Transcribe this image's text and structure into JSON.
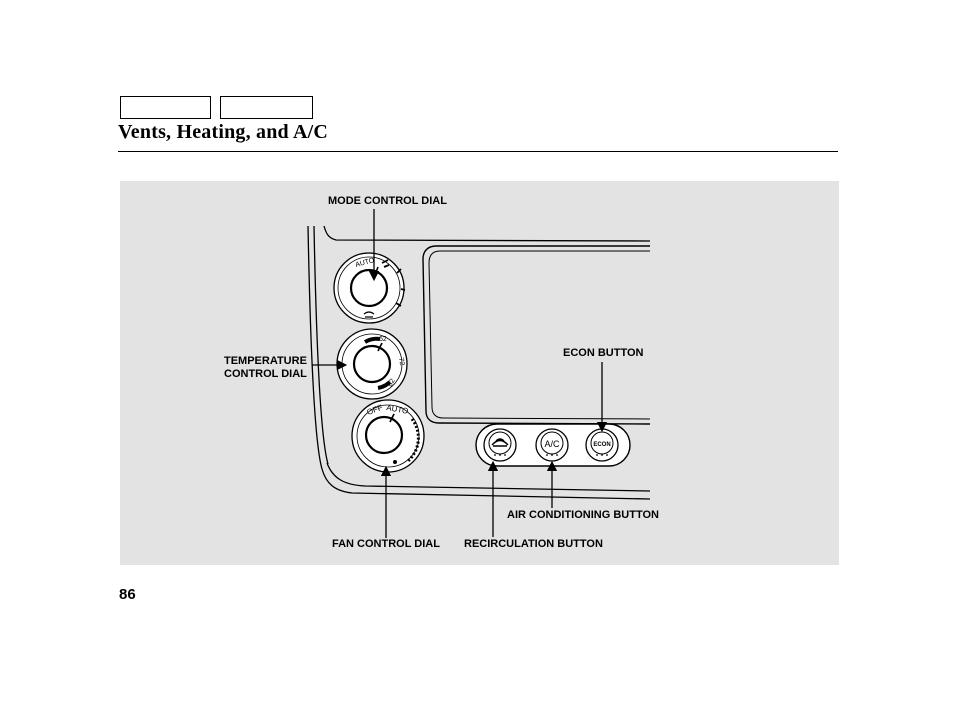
{
  "header": {
    "nav_tabs": [
      "",
      ""
    ],
    "title": "Vents, Heating, and A/C"
  },
  "figure": {
    "callouts": {
      "mode_dial": "MODE CONTROL DIAL",
      "temperature_dial_line1": "TEMPERATURE",
      "temperature_dial_line2": "CONTROL DIAL",
      "fan_dial": "FAN CONTROL DIAL",
      "econ_button": "ECON BUTTON",
      "ac_button": "AIR CONDITIONING BUTTON",
      "recirculation_button": "RECIRCULATION BUTTON"
    },
    "dial_markings": {
      "mode_auto": "AUTO",
      "temp_high": "82",
      "temp_mid": "72",
      "temp_low": "62",
      "fan_off": "OFF",
      "fan_auto": "AUTO"
    },
    "button_labels": {
      "ac": "A/C",
      "econ": "ECON"
    },
    "icons": [
      "vent-mode-icon",
      "defrost-icon",
      "recirculation-icon"
    ]
  },
  "footer": {
    "page_number": "86"
  }
}
